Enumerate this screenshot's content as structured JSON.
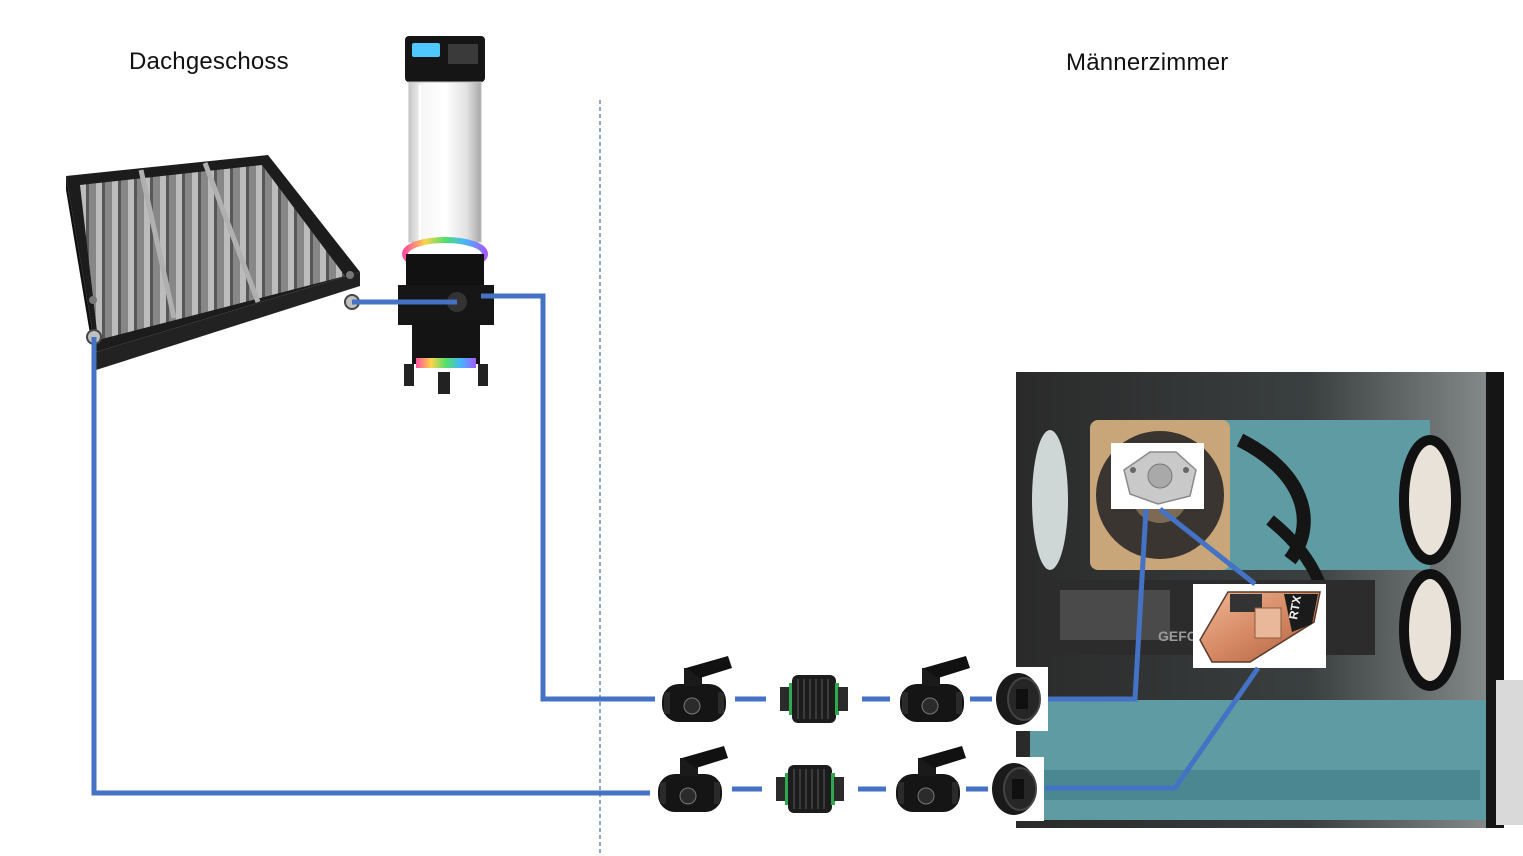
{
  "rooms": {
    "left": "Dachgeschoss",
    "right": "Männerzimmer"
  },
  "components": {
    "gpu_brand_text": "GEFO",
    "gpu_block_text": "RTX"
  },
  "colors": {
    "tube": "#4472c4",
    "divider": "#41719c",
    "radiator": "#1c1c1c",
    "fitting": "#151515",
    "case_teal": "#5f9ba3",
    "copper": "#d8906a"
  }
}
